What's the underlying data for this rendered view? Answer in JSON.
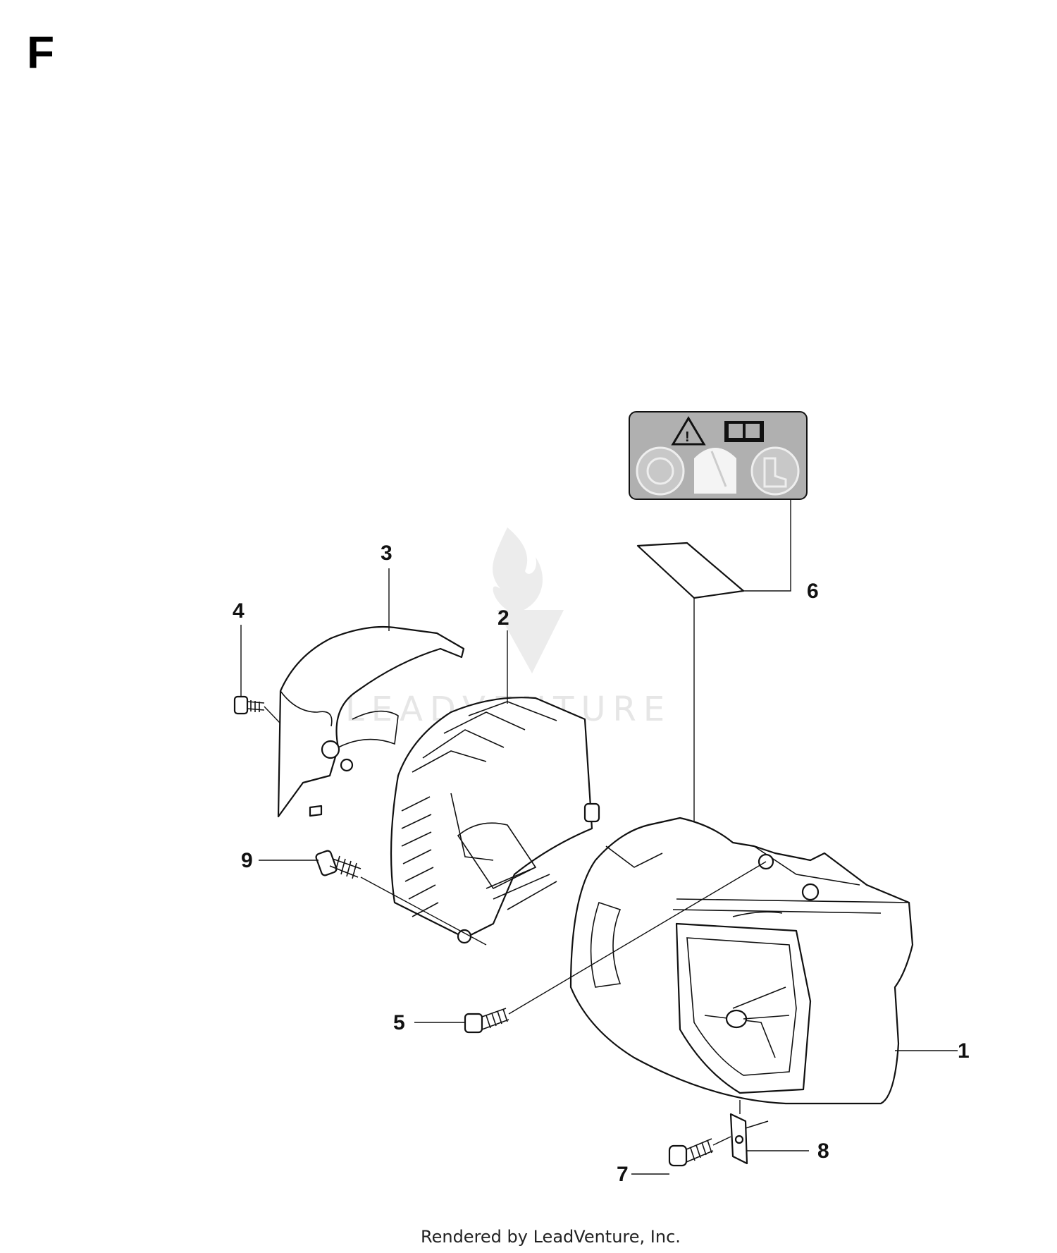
{
  "section_letter": "F",
  "callouts": {
    "c1": "1",
    "c2": "2",
    "c3": "3",
    "c4": "4",
    "c5": "5",
    "c6": "6",
    "c7": "7",
    "c8": "8",
    "c9": "9"
  },
  "watermark": "LEADVENTURE",
  "footer": "Rendered by LeadVenture, Inc.",
  "decal_icons": [
    "warning-icon",
    "manual-book-icon",
    "face-protection-icon",
    "glove-icon",
    "boot-icon"
  ],
  "colors": {
    "decal_bg": "#b0b0b0",
    "line": "#111111",
    "watermark": "#e6e6e6"
  }
}
